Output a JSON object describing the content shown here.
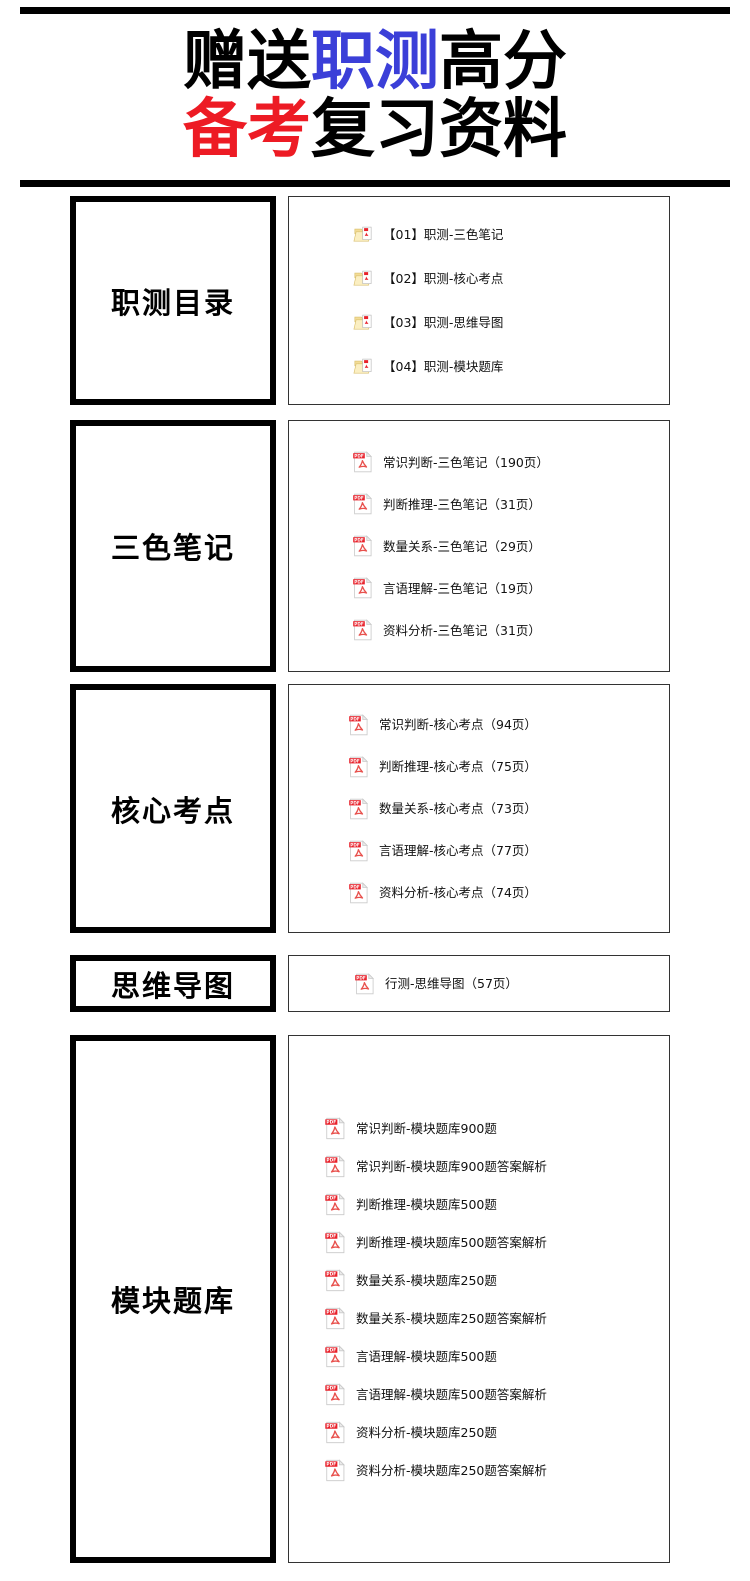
{
  "header": {
    "title_line_1": [
      {
        "text": "赠送",
        "color": "#000000"
      },
      {
        "text": "职测",
        "color": "#3b3fd8"
      },
      {
        "text": "高分",
        "color": "#000000"
      }
    ],
    "title_line_2": [
      {
        "text": "备考",
        "color": "#ed1b24"
      },
      {
        "text": "复习资料",
        "color": "#000000"
      }
    ],
    "full_title": "赠送职测高分备考复习资料",
    "accent_blue": "#3b3fd8",
    "accent_red": "#ed1b24",
    "rule_color": "#000000"
  },
  "sections": [
    {
      "label": "职测目录",
      "icon_type": "folder-icon",
      "files": [
        {
          "name": "【01】职测-三色笔记"
        },
        {
          "name": "【02】职测-核心考点"
        },
        {
          "name": "【03】职测-思维导图"
        },
        {
          "name": "【04】职测-模块题库"
        }
      ]
    },
    {
      "label": "三色笔记",
      "icon_type": "pdf-icon",
      "files": [
        {
          "name": "常识判断-三色笔记（190页）"
        },
        {
          "name": "判断推理-三色笔记（31页）"
        },
        {
          "name": "数量关系-三色笔记（29页）"
        },
        {
          "name": "言语理解-三色笔记（19页）"
        },
        {
          "name": "资料分析-三色笔记（31页）"
        }
      ]
    },
    {
      "label": "核心考点",
      "icon_type": "pdf-icon",
      "files": [
        {
          "name": "常识判断-核心考点（94页）"
        },
        {
          "name": "判断推理-核心考点（75页）"
        },
        {
          "name": "数量关系-核心考点（73页）"
        },
        {
          "name": "言语理解-核心考点（77页）"
        },
        {
          "name": "资料分析-核心考点（74页）"
        }
      ]
    },
    {
      "label": "思维导图",
      "icon_type": "pdf-icon",
      "files": [
        {
          "name": "行测-思维导图（57页）"
        }
      ]
    },
    {
      "label": "模块题库",
      "icon_type": "pdf-icon",
      "files": [
        {
          "name": "常识判断-模块题库900题"
        },
        {
          "name": "常识判断-模块题库900题答案解析"
        },
        {
          "name": "判断推理-模块题库500题"
        },
        {
          "name": "判断推理-模块题库500题答案解析"
        },
        {
          "name": "数量关系-模块题库250题"
        },
        {
          "name": "数量关系-模块题库250题答案解析"
        },
        {
          "name": "言语理解-模块题库500题"
        },
        {
          "name": "言语理解-模块题库500题答案解析"
        },
        {
          "name": "资料分析-模块题库250题"
        },
        {
          "name": "资料分析-模块题库250题答案解析"
        }
      ]
    }
  ],
  "icons": {
    "pdf_label": "PDF",
    "pdf_badge_color": "#e8202a",
    "folder_color": "#f7e09a"
  }
}
